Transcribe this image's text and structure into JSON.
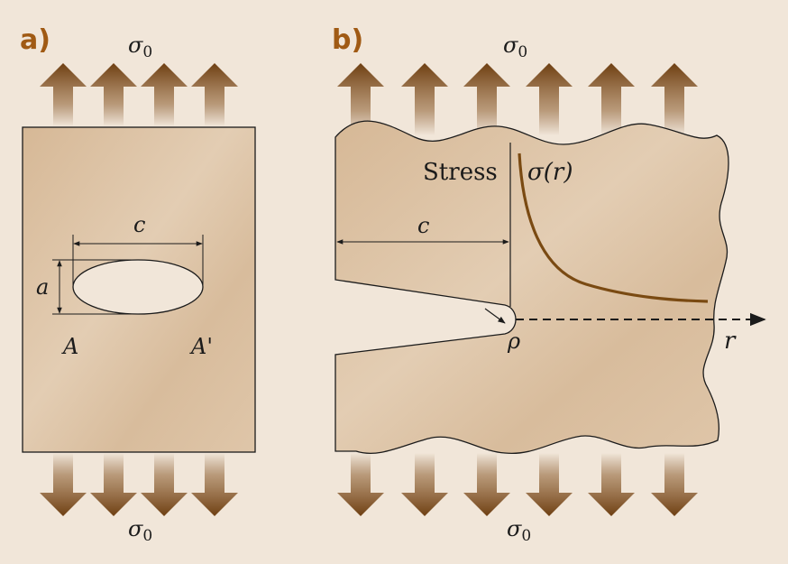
{
  "panel_a": {
    "label": "a)",
    "stress_top": {
      "symbol": "σ",
      "subscript": "0"
    },
    "stress_bottom": {
      "symbol": "σ",
      "subscript": "0"
    },
    "dim_c": "c",
    "dim_a": "a",
    "point_A": "A",
    "point_A_prime": "A'"
  },
  "panel_b": {
    "label": "b)",
    "stress_top": {
      "symbol": "σ",
      "subscript": "0"
    },
    "stress_bottom": {
      "symbol": "σ",
      "subscript": "0"
    },
    "stress_axis_label": "Stress",
    "stress_curve_label": "σ(r)",
    "dim_c": "c",
    "tip_radius": "ρ",
    "r_axis": "r"
  },
  "colors": {
    "background": "#f1e6d9",
    "specimen_fill": "#dcc1a3",
    "arrow": "#7a4a1c",
    "stress_curve": "#7a4a12",
    "label": "#a05a14"
  }
}
